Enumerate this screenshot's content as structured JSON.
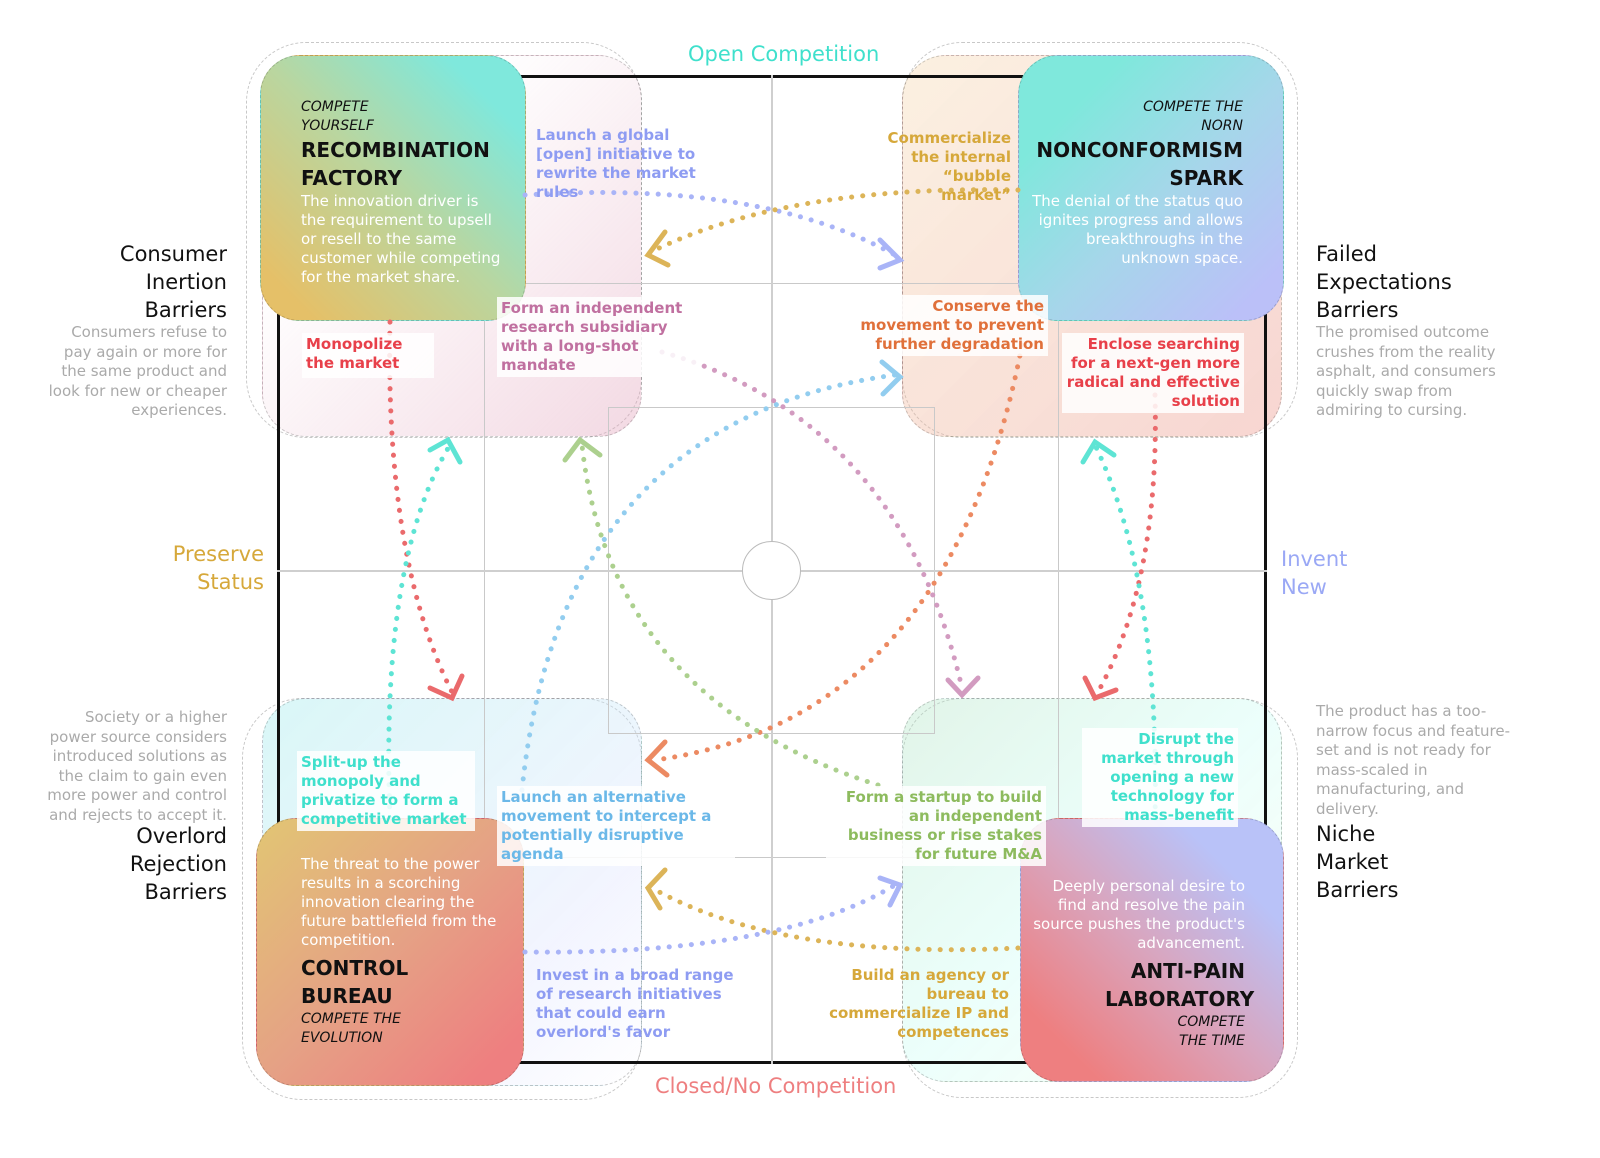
{
  "axes": {
    "top": "Open Competition",
    "bottom": "Closed/No Competition",
    "left": "Preserve Status",
    "right": "Invent New"
  },
  "quadrants": {
    "tl": {
      "compete": "COMPETE YOURSELF",
      "title": "RECOMBINATION FACTORY",
      "desc": "The innovation driver is the requirement to upsell or resell to the same customer while competing for the market share."
    },
    "tr": {
      "compete": "COMPETE THE NORN",
      "title": "NONCONFORMISM SPARK",
      "desc": "The denial of the status quo ignites progress and allows breakthroughs in the unknown space."
    },
    "bl": {
      "compete": "COMPETE THE EVOLUTION",
      "title": "CONTROL BUREAU",
      "desc": "The threat to the power results in a scorching innovation clearing the future battlefield from the competition."
    },
    "br": {
      "compete": "COMPETE THE TIME",
      "title": "ANTI-PAIN LABORATORY",
      "desc": "Deeply personal desire to find and resolve the pain source pushes the product's advancement."
    }
  },
  "barriers": {
    "tl": {
      "title": "Consumer Inertion Barriers",
      "desc": "Consumers refuse to pay again or more for the same product and look for new or cheaper experiences."
    },
    "tr": {
      "title": "Failed Expectations Barriers",
      "desc": "The promised outcome crushes from the reality asphalt, and consumers quickly swap from admiring to cursing."
    },
    "bl": {
      "title": "Overlord Rejection Barriers",
      "desc": "Society or a higher power source considers introduced solutions as the claim to gain even more power and control and rejects to accept it."
    },
    "br": {
      "title": "Niche Market Barriers",
      "desc": "The product has a too-narrow focus and feature-set and is not ready for mass-scaled in manufacturing, and delivery."
    }
  },
  "actions": {
    "launch_global": "Launch a global [open] initiative to rewrite the market rules",
    "commercialize": "Commercialize the internal “bubble market”",
    "form_independent": "Form an independent research subsidiary with a long-shot mandate",
    "conserve": "Conserve the movement to prevent further degradation",
    "monopolize": "Monopolize the market",
    "enclose": "Enclose searching for a next-gen more radical and effective solution",
    "split_up": "Split-up the monopoly and privatize to form a competitive market",
    "launch_alt": "Launch an alternative movement to intercept a potentially disruptive agenda",
    "form_startup": "Form a startup to build an independent business or rise stakes for future M&A",
    "disrupt": "Disrupt the market through opening a new technology for mass-benefit",
    "invest": "Invest in a broad range of research initiatives that could earn overlord's favor",
    "build_agency": "Build an agency or bureau to commercialize IP and competences"
  },
  "colors": {
    "teal": "#3fe0cc",
    "gold": "#d6a83a",
    "lavender": "#9aa8f5",
    "red": "#e8404a",
    "orange": "#e0703a",
    "pink": "#c070a0",
    "green": "#8dbb5e",
    "skyblue": "#6bb8e8"
  }
}
